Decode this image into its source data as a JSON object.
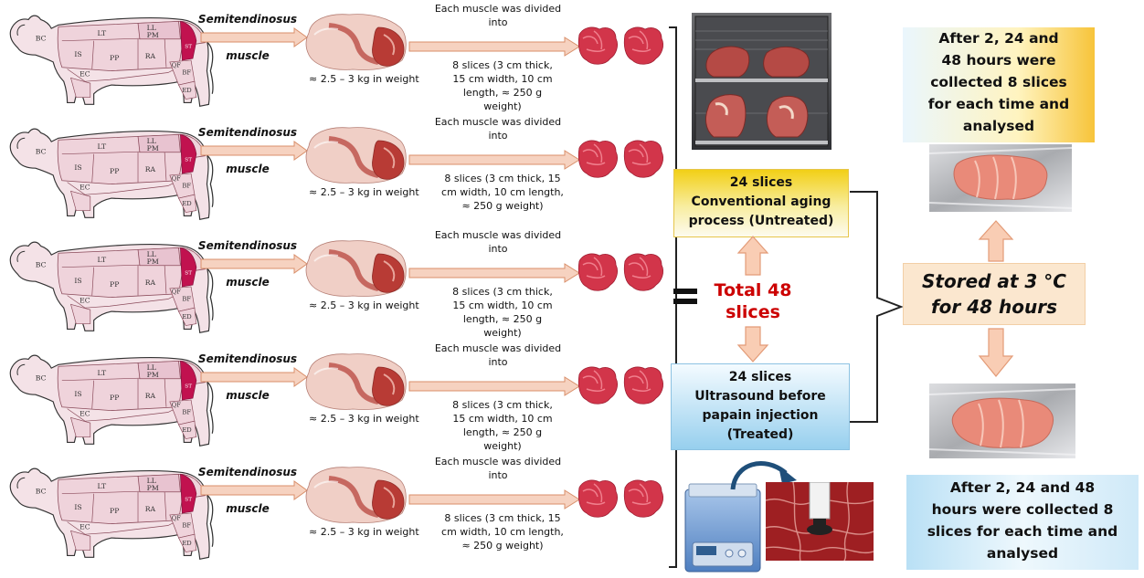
{
  "rows": [
    {
      "muscle_label": "Semitendinosus",
      "muscle_word": "muscle",
      "weight": "≈ 2.5 – 3 kg in weight",
      "divided": "Each muscle was divided into",
      "slices": [
        "8 slices (3 cm thick,",
        "15 cm width, 10 cm",
        "length, ≈ 250 g",
        "weight)"
      ]
    },
    {
      "muscle_label": "Semitendinosus",
      "muscle_word": "muscle",
      "weight": "≈ 2.5 – 3 kg in weight",
      "divided": "Each muscle was divided into",
      "slices": [
        "8 slices (3 cm thick, 15",
        "cm width, 10 cm length,",
        "≈ 250 g weight)"
      ]
    },
    {
      "muscle_label": "Semitendinosus",
      "muscle_word": "muscle",
      "weight": "≈ 2.5 – 3 kg in weight",
      "divided": "Each muscle was divided into",
      "slices": [
        "8 slices (3 cm thick,",
        "15 cm width, 10 cm",
        "length, ≈ 250 g",
        "weight)"
      ]
    },
    {
      "muscle_label": "Semitendinosus",
      "muscle_word": "muscle",
      "weight": "≈ 2.5 – 3 kg in weight",
      "divided": "Each muscle was divided into",
      "slices": [
        "8 slices (3 cm thick,",
        "15 cm width, 10 cm",
        "length, ≈ 250 g",
        "weight)"
      ]
    },
    {
      "muscle_label": "Semitendinosus",
      "muscle_word": "muscle",
      "weight": "≈ 2.5 – 3 kg in weight",
      "divided": "Each muscle was divided into",
      "slices": [
        "8 slices (3 cm thick, 15",
        "cm width, 10 cm length,",
        "≈ 250 g weight)"
      ]
    }
  ],
  "cow_labels": {
    "bc": "BC",
    "lt": "LT",
    "ll": "LL",
    "pm": "PM",
    "is": "IS",
    "pp": "PP",
    "ra": "RA",
    "ec": "EC",
    "qf": "QF",
    "bf": "BF",
    "ed": "ED",
    "st": "ST"
  },
  "total": {
    "line1": "Total 48",
    "line2": "slices"
  },
  "untreated": {
    "line1": "24 slices",
    "line2": "Conventional aging",
    "line3": "process (Untreated)"
  },
  "treated": {
    "line1": "24 slices",
    "line2": "Ultrasound before",
    "line3": "papain injection",
    "line4": "(Treated)"
  },
  "stored": {
    "line1": "Stored at 3 °C",
    "line2": "for 48 hours"
  },
  "after_top": {
    "line1": "After  2, 24 and",
    "line2": "48 hours were",
    "line3": "collected 8 slices",
    "line4": "for each time and",
    "line5": "analysed"
  },
  "after_bottom": {
    "line1": "After  2, 24 and 48",
    "line2": "hours were collected 8",
    "line3": "slices for each time and",
    "line4": "analysed"
  },
  "colors": {
    "total_red": "#cc0000",
    "arrow_fill": "#f9cdb4",
    "arrow_stroke": "#e39b77",
    "untreated_top": "#f4d21a",
    "untreated_bottom": "#fdfbe6",
    "treated_top": "#ffffff",
    "treated_bottom": "#9fd4ef",
    "stored_bg": "#fbe7cf",
    "muscle_red": "#c1124f",
    "cow_fill": "#f3dde3",
    "cow_line": "#8a4a5a"
  }
}
